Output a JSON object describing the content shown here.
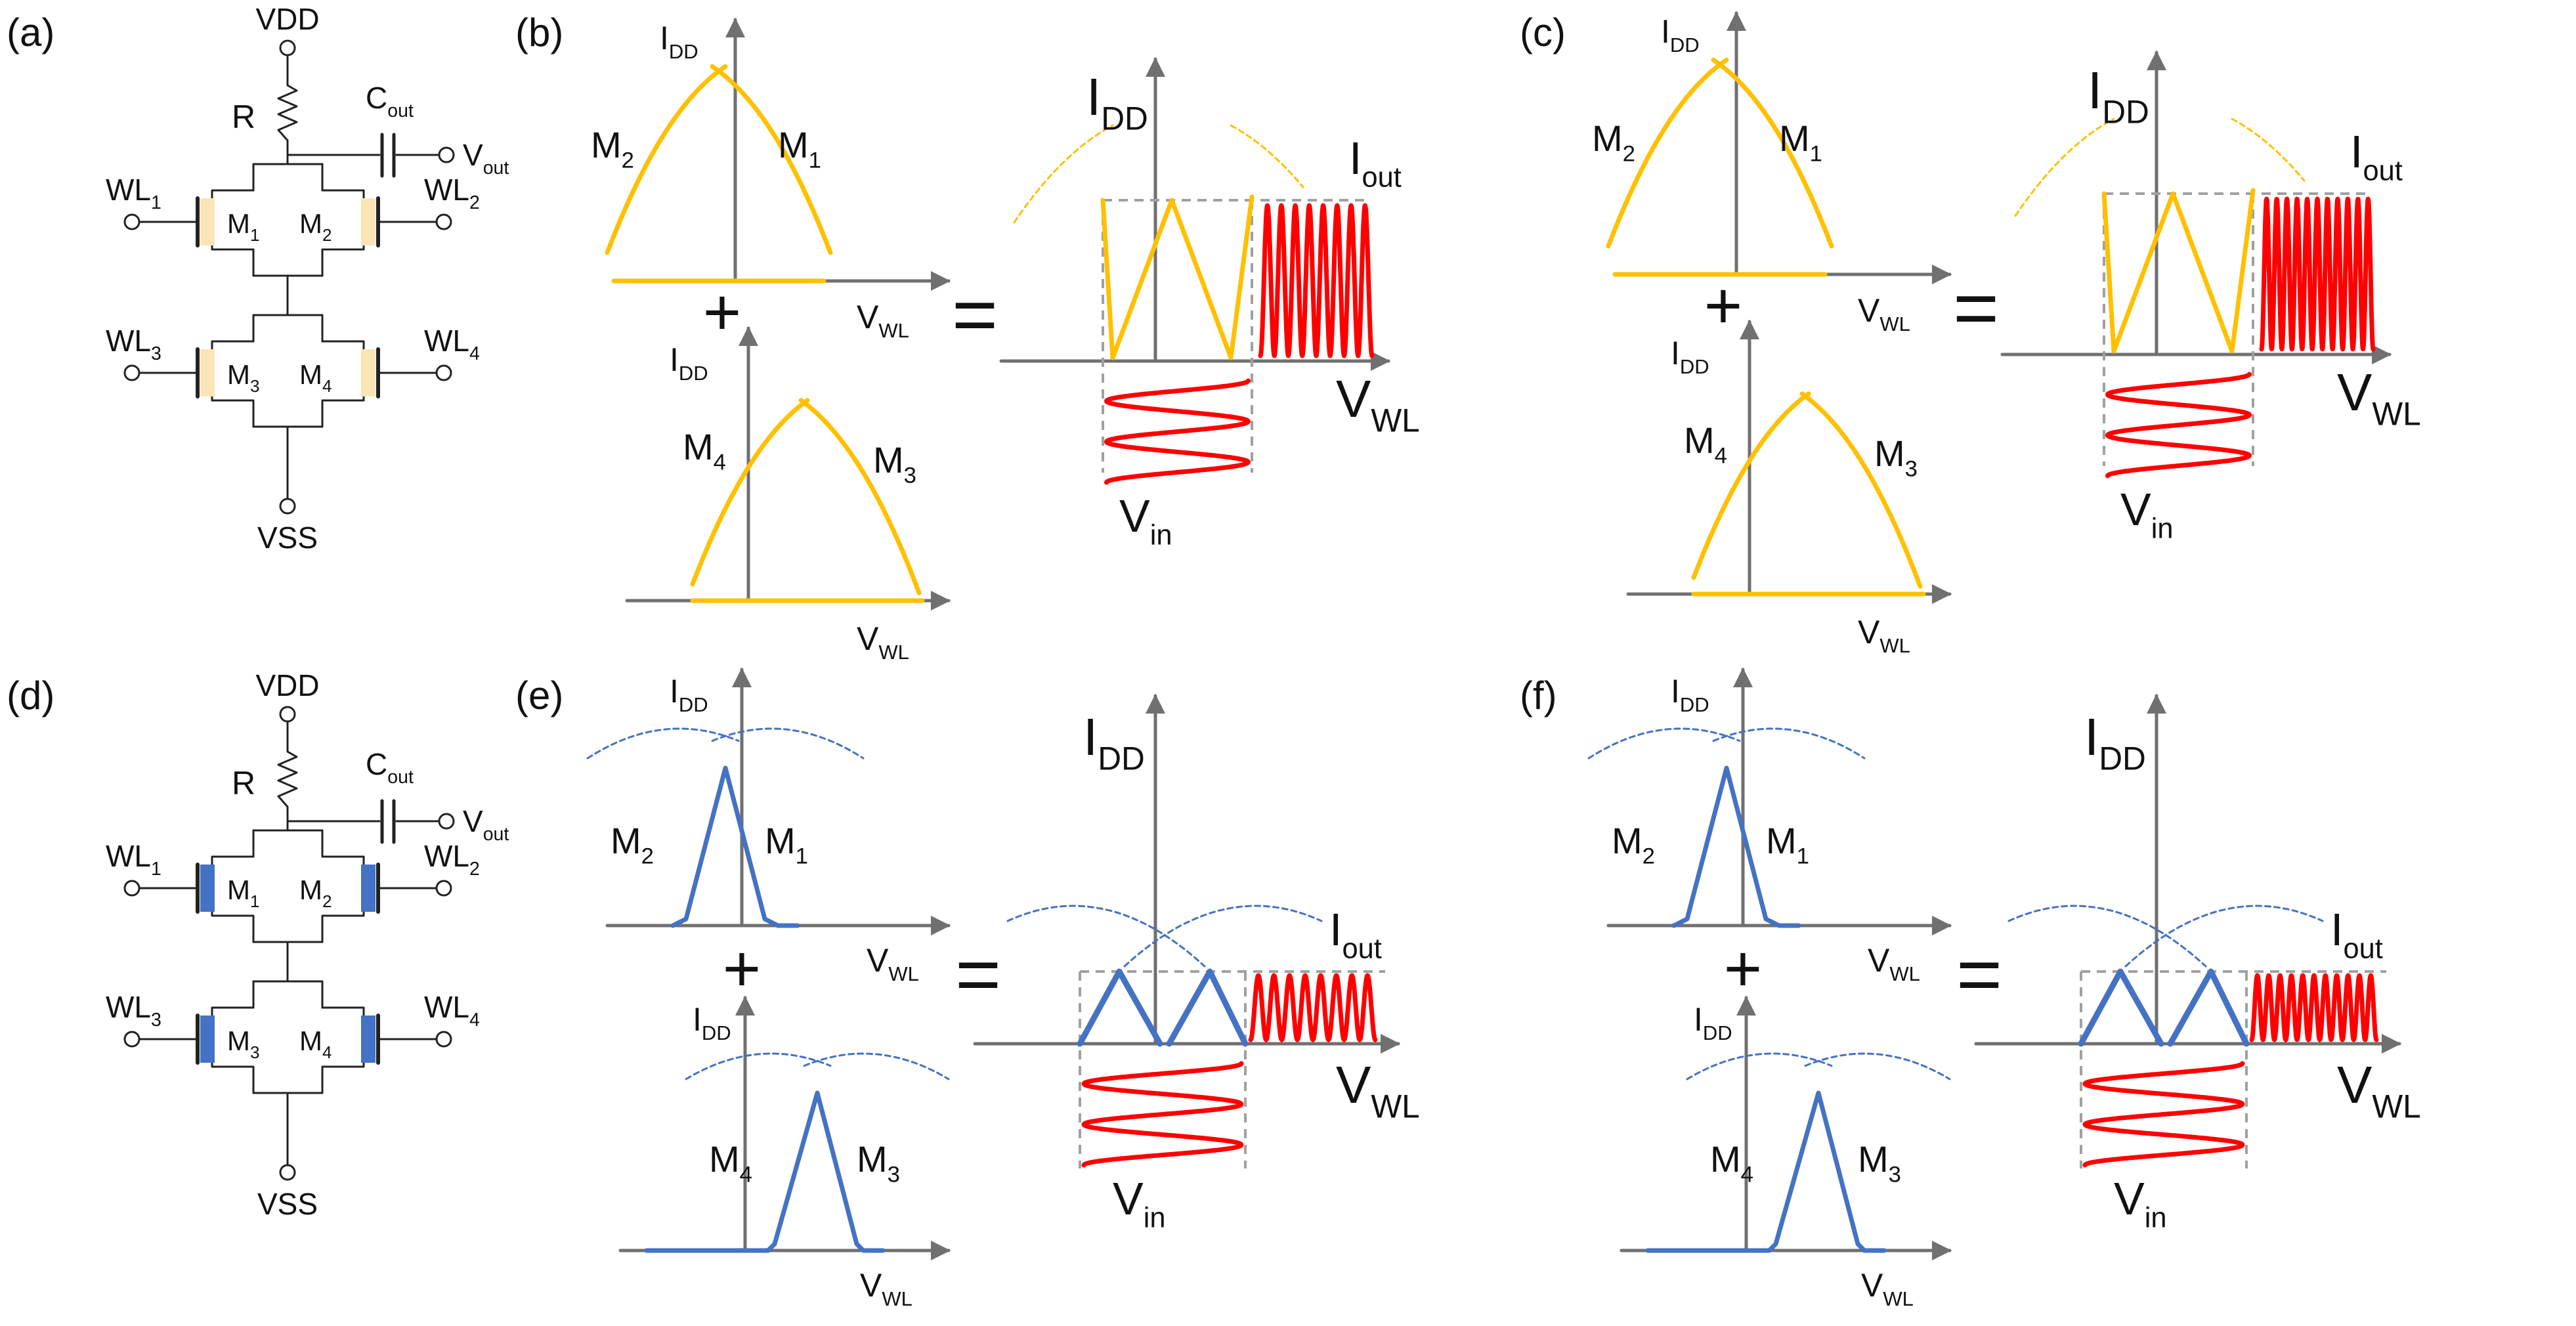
{
  "colors": {
    "orange": "#FFC000",
    "blue": "#4472C4",
    "red": "#FF0000",
    "axis": "#707070",
    "dash": "#A0A0A0",
    "wire": "#222222",
    "paddle_orange": "#FBE5B6",
    "paddle_blue": "#4472C4"
  },
  "panels": [
    {
      "key": "a",
      "tag": "(a)"
    },
    {
      "key": "b",
      "tag": "(b)"
    },
    {
      "key": "c",
      "tag": "(c)"
    },
    {
      "key": "d",
      "tag": "(d)"
    },
    {
      "key": "e",
      "tag": "(e)"
    },
    {
      "key": "f",
      "tag": "(f)"
    }
  ],
  "circuit": {
    "vdd": "VDD",
    "vss": "VSS",
    "r": "R",
    "cout": {
      "main": "C",
      "sub": "out"
    },
    "vout": {
      "main": "V",
      "sub": "out"
    },
    "wl": [
      {
        "main": "WL",
        "sub": "1"
      },
      {
        "main": "WL",
        "sub": "2"
      },
      {
        "main": "WL",
        "sub": "3"
      },
      {
        "main": "WL",
        "sub": "4"
      }
    ],
    "m": [
      {
        "main": "M",
        "sub": "1"
      },
      {
        "main": "M",
        "sub": "2"
      },
      {
        "main": "M",
        "sub": "3"
      },
      {
        "main": "M",
        "sub": "4"
      }
    ]
  },
  "graph": {
    "idd": {
      "main": "I",
      "sub": "DD"
    },
    "vwl": {
      "main": "V",
      "sub": "WL"
    },
    "iout": {
      "main": "I",
      "sub": "out"
    },
    "vin": {
      "main": "V",
      "sub": "in"
    },
    "m1": {
      "main": "M",
      "sub": "1"
    },
    "m2": {
      "main": "M",
      "sub": "2"
    },
    "m3": {
      "main": "M",
      "sub": "3"
    },
    "m4": {
      "main": "M",
      "sub": "4"
    },
    "plus": "+",
    "equals": "="
  }
}
